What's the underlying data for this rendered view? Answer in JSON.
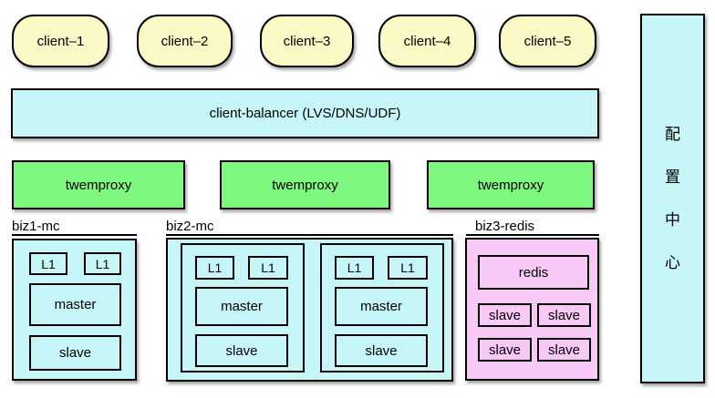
{
  "clients": [
    "client–1",
    "client–2",
    "client–3",
    "client–4",
    "client–5"
  ],
  "balancer": {
    "label": "client-balancer (LVS/DNS/UDF)"
  },
  "proxies": [
    "twemproxy",
    "twemproxy",
    "twemproxy"
  ],
  "biz1": {
    "label": "biz1-mc",
    "l1": [
      "L1",
      "L1"
    ],
    "master": "master",
    "slave": "slave"
  },
  "biz2": {
    "label": "biz2-mc",
    "shards": [
      {
        "l1": [
          "L1",
          "L1"
        ],
        "master": "master",
        "slave": "slave"
      },
      {
        "l1": [
          "L1",
          "L1"
        ],
        "master": "master",
        "slave": "slave"
      }
    ]
  },
  "biz3": {
    "label": "biz3-redis",
    "redis": "redis",
    "slaves": [
      "slave",
      "slave",
      "slave",
      "slave"
    ]
  },
  "config_center": {
    "text": "配置中心",
    "chars": [
      "配",
      "置",
      "中",
      "心"
    ]
  },
  "colors": {
    "client_fill": "#FBFAC6",
    "cyan_fill": "#C6F6F8",
    "green_fill": "#7DF77D",
    "pink_fill": "#F8C8F6",
    "border": "#000000"
  }
}
